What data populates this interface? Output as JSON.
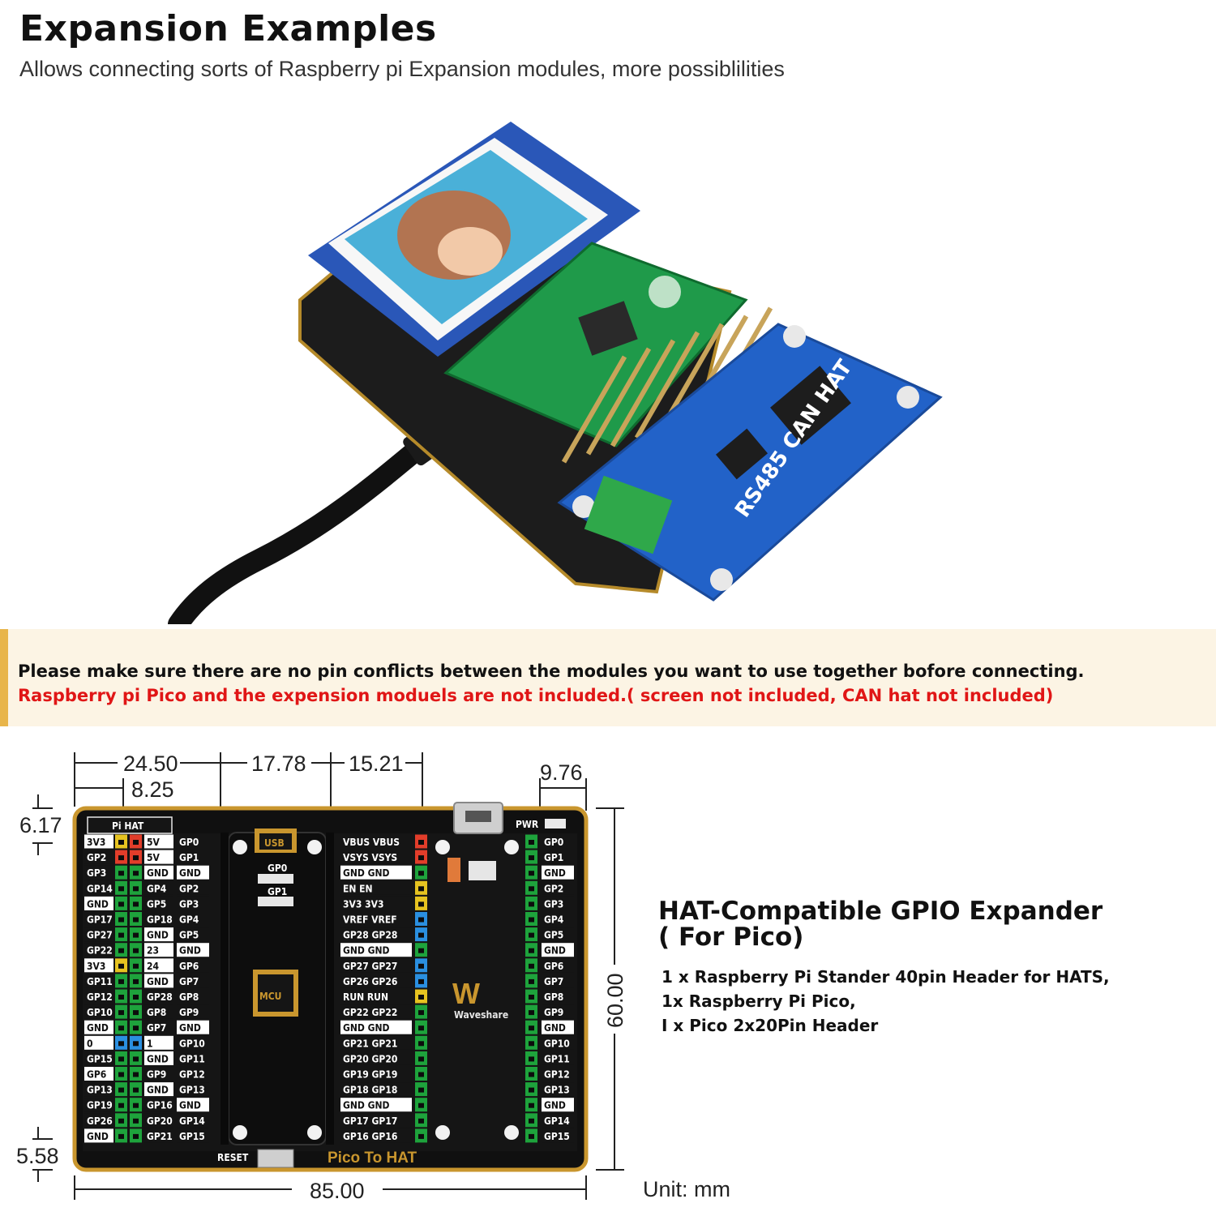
{
  "header": {
    "title": "Expansion Examples",
    "subtitle": "Allows connecting sorts of Raspberry pi Expansion modules, more possiblilities"
  },
  "photo": {
    "screen_label": "",
    "can_hat_label": "RS485 CAN HAT"
  },
  "notice": {
    "line1": "Please make sure there are no pin conflicts between the modules you want to use together bofore connecting.",
    "line2": "Raspberry pi Pico and the expension moduels are not included.( screen not included, CAN hat not included)"
  },
  "dimensions": {
    "top_a": "24.50",
    "top_b": "17.78",
    "top_c": "15.21",
    "top_d": "9.76",
    "top_e": "8.25",
    "left_top": "6.17",
    "left_bottom": "5.58",
    "height": "60.00",
    "width": "85.00",
    "unit": "Unit: mm"
  },
  "board": {
    "hat_label": "Pi HAT",
    "pwr_label": "PWR",
    "usb_label": "USB",
    "mcu_label": "MCU",
    "gp0_label": "GP0",
    "gp1_label": "GP1",
    "reset_label": "RESET",
    "bottom_label": "Pico To HAT",
    "logo_text": "Waveshare",
    "left_pairs": [
      [
        "3V3",
        "5V"
      ],
      [
        "GP2",
        "5V"
      ],
      [
        "GP3",
        "GND"
      ],
      [
        "GP14",
        "GP4"
      ],
      [
        "GND",
        "GP5"
      ],
      [
        "GP17",
        "GP18"
      ],
      [
        "GP27",
        "GND"
      ],
      [
        "GP22",
        "23"
      ],
      [
        "3V3",
        "24"
      ],
      [
        "GP11",
        "GND"
      ],
      [
        "GP12",
        "GP28"
      ],
      [
        "GP10",
        "GP8"
      ],
      [
        "GND",
        "GP7"
      ],
      [
        "0",
        "1"
      ],
      [
        "GP15",
        "GND"
      ],
      [
        "GP6",
        "GP9"
      ],
      [
        "GP13",
        "GND"
      ],
      [
        "GP19",
        "GP16"
      ],
      [
        "GP26",
        "GP20"
      ],
      [
        "GND",
        "GP21"
      ]
    ],
    "left_outer": [
      "GP0",
      "GP1",
      "GND",
      "GP2",
      "GP3",
      "GP4",
      "GP5",
      "GND",
      "GP6",
      "GP7",
      "GP8",
      "GP9",
      "GND",
      "GP10",
      "GP11",
      "GP12",
      "GP13",
      "GND",
      "GP14",
      "GP15"
    ],
    "mid_pairs": [
      [
        "VBUS",
        "VBUS"
      ],
      [
        "VSYS",
        "VSYS"
      ],
      [
        "GND",
        "GND"
      ],
      [
        "EN",
        "EN"
      ],
      [
        "3V3",
        "3V3"
      ],
      [
        "VREF",
        "VREF"
      ],
      [
        "GP28",
        "GP28"
      ],
      [
        "GND",
        "GND"
      ],
      [
        "GP27",
        "GP27"
      ],
      [
        "GP26",
        "GP26"
      ],
      [
        "RUN",
        "RUN"
      ],
      [
        "GP22",
        "GP22"
      ],
      [
        "GND",
        "GND"
      ],
      [
        "GP21",
        "GP21"
      ],
      [
        "GP20",
        "GP20"
      ],
      [
        "GP19",
        "GP19"
      ],
      [
        "GP18",
        "GP18"
      ],
      [
        "GND",
        "GND"
      ],
      [
        "GP17",
        "GP17"
      ],
      [
        "GP16",
        "GP16"
      ]
    ],
    "right_pins": [
      "GP0",
      "GP1",
      "GND",
      "GP2",
      "GP3",
      "GP4",
      "GP5",
      "GND",
      "GP6",
      "GP7",
      "GP8",
      "GP9",
      "GND",
      "GP10",
      "GP11",
      "GP12",
      "GP13",
      "GND",
      "GP14",
      "GP15"
    ]
  },
  "product": {
    "heading_line1": "HAT-Compatible GPIO Expander",
    "heading_line2": "( For Pico)",
    "items": [
      "1 x Raspberry Pi Stander 40pin Header for HATS,",
      "1x Raspberry Pi Pico,",
      "I x Pico 2x20Pin Header"
    ]
  }
}
